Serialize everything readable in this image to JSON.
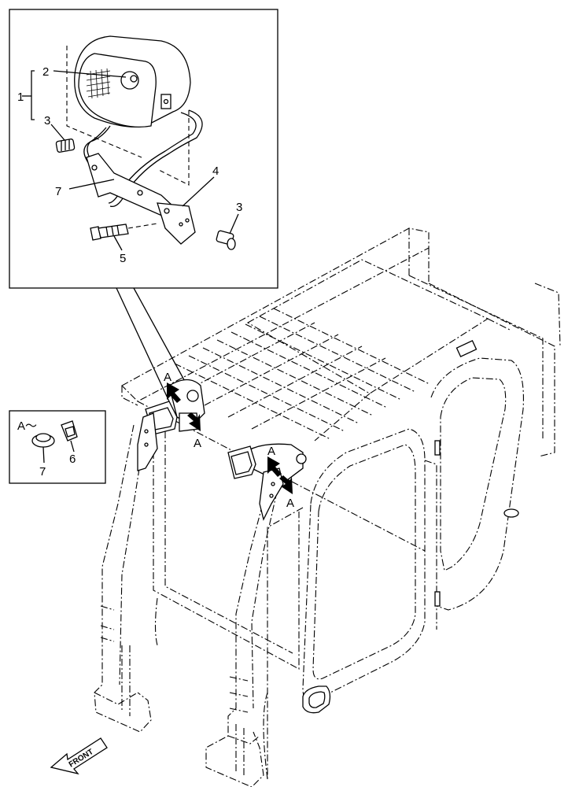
{
  "callouts": {
    "c1": "1",
    "c2": "2",
    "c3a": "3",
    "c3b": "3",
    "c4": "4",
    "c5": "5",
    "c7a": "7",
    "c7b": "7",
    "c6": "6"
  },
  "detail_a": {
    "title": "A～"
  },
  "markers": {
    "a1": "A",
    "a2": "A",
    "a3": "A",
    "a4": "A"
  },
  "front_label": "FRONT"
}
